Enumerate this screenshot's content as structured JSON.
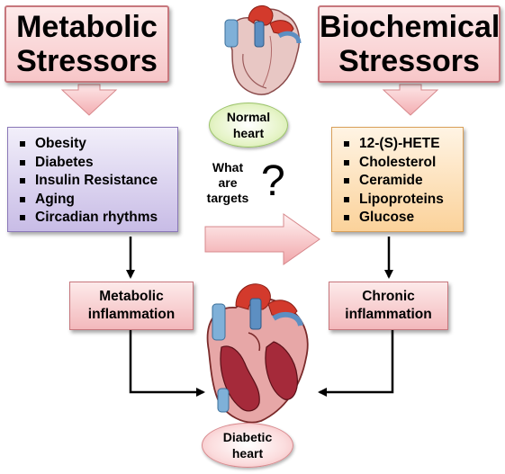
{
  "left_header": {
    "line1": "Metabolic",
    "line2": "Stressors"
  },
  "right_header": {
    "line1": "Biochemical",
    "line2": "Stressors"
  },
  "normal_heart_label": {
    "line1": "Normal",
    "line2": "heart"
  },
  "metabolic_list": [
    "Obesity",
    "Diabetes",
    "Insulin Resistance",
    "Aging",
    "Circadian rhythms"
  ],
  "biochemical_list": [
    "12-(S)-HETE",
    "Cholesterol",
    "Ceramide",
    "Lipoproteins",
    "Glucose"
  ],
  "question": {
    "line1": "What",
    "line2": "are",
    "line3": "targets",
    "mark": "?"
  },
  "metabolic_inflammation": {
    "line1": "Metabolic",
    "line2": "inflammation"
  },
  "chronic_inflammation": {
    "line1": "Chronic",
    "line2": "inflammation"
  },
  "diabetic_heart_label": {
    "line1": "Diabetic",
    "line2": "heart"
  },
  "colors": {
    "header_fill": "#f7c6c8",
    "purple_fill": "#c8bce6",
    "orange_fill": "#fbd29a",
    "arrow_fill": "#f5b3b6",
    "green_ellipse": "#c8e49a"
  },
  "icons": [
    "normal-heart-icon",
    "diabetic-heart-icon"
  ]
}
